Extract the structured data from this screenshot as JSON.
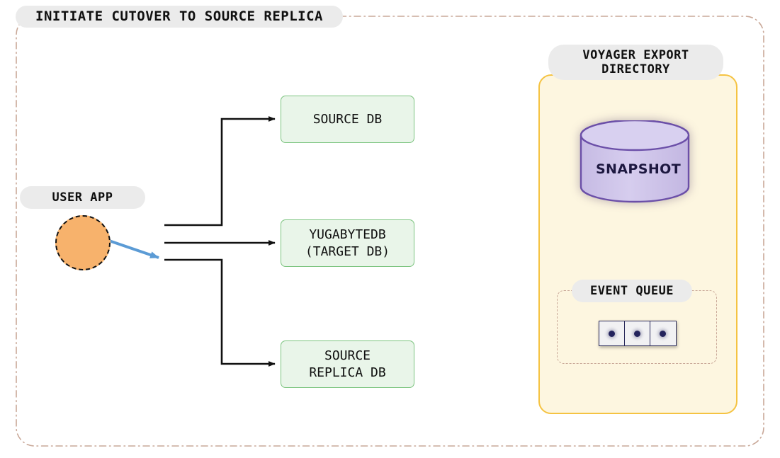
{
  "diagram": {
    "title": "INITIATE CUTOVER TO SOURCE REPLICA",
    "background_color": "#ffffff",
    "outer_border_color": "#c9a898"
  },
  "labels": {
    "user_app": "USER APP",
    "voyager_export_directory": "VOYAGER EXPORT\nDIRECTORY",
    "event_queue": "EVENT QUEUE"
  },
  "databases": [
    {
      "id": "source-db",
      "label": "SOURCE DB"
    },
    {
      "id": "yugabytedb",
      "label": "YUGABYTEDB\n(TARGET DB)"
    },
    {
      "id": "source-replica",
      "label": "SOURCE\nREPLICA DB"
    }
  ],
  "voyager": {
    "snapshot_label": "SNAPSHOT",
    "container_fill": "#fdf6e0",
    "container_border": "#f5c342",
    "snapshot_fill": "#cfc5e8",
    "snapshot_stroke": "#6b4fa8",
    "event_queue_cell_count": 3
  },
  "colors": {
    "db_box_fill": "#e9f5e9",
    "db_box_border": "#7cc47f",
    "pill_fill": "#ebebeb",
    "user_circle_fill": "#f7b26c",
    "user_circle_border": "#111111",
    "active_connection": "#5b9bd5",
    "connector": "#111111",
    "queue_cell_fill": "#f1f1f3",
    "queue_cell_border": "#2a2a5a"
  }
}
